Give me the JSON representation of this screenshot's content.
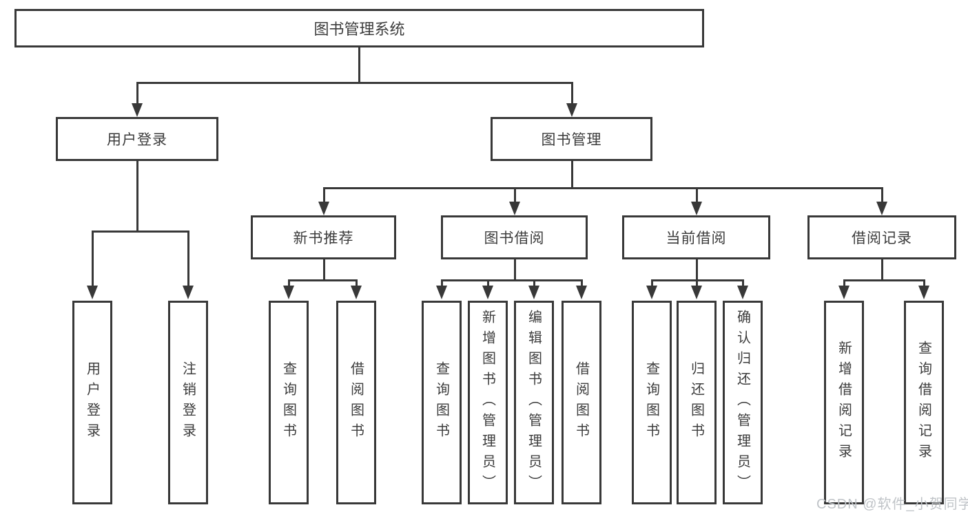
{
  "diagram": {
    "root": {
      "label": "图书管理系统"
    },
    "branches": [
      {
        "label": "用户登录",
        "children": [
          "用户登录",
          "注销登录"
        ]
      },
      {
        "label": "图书管理",
        "sections": [
          {
            "label": "新书推荐",
            "children": [
              "查询图书",
              "借阅图书"
            ]
          },
          {
            "label": "图书借阅",
            "children": [
              "查询图书",
              "新增图书（管理员）",
              "编辑图书（管理员）",
              "借阅图书"
            ]
          },
          {
            "label": "当前借阅",
            "children": [
              "查询图书",
              "归还图书",
              "确认归还（管理员）"
            ]
          },
          {
            "label": "借阅记录",
            "children": [
              "新增借阅记录",
              "查询借阅记录"
            ]
          }
        ]
      }
    ]
  },
  "watermark": "CSDN @软件_小贺同学",
  "colors": {
    "line": "#383838",
    "text": "#3c3c3c",
    "background": "#ffffff",
    "watermark": "#c0c4c8"
  }
}
